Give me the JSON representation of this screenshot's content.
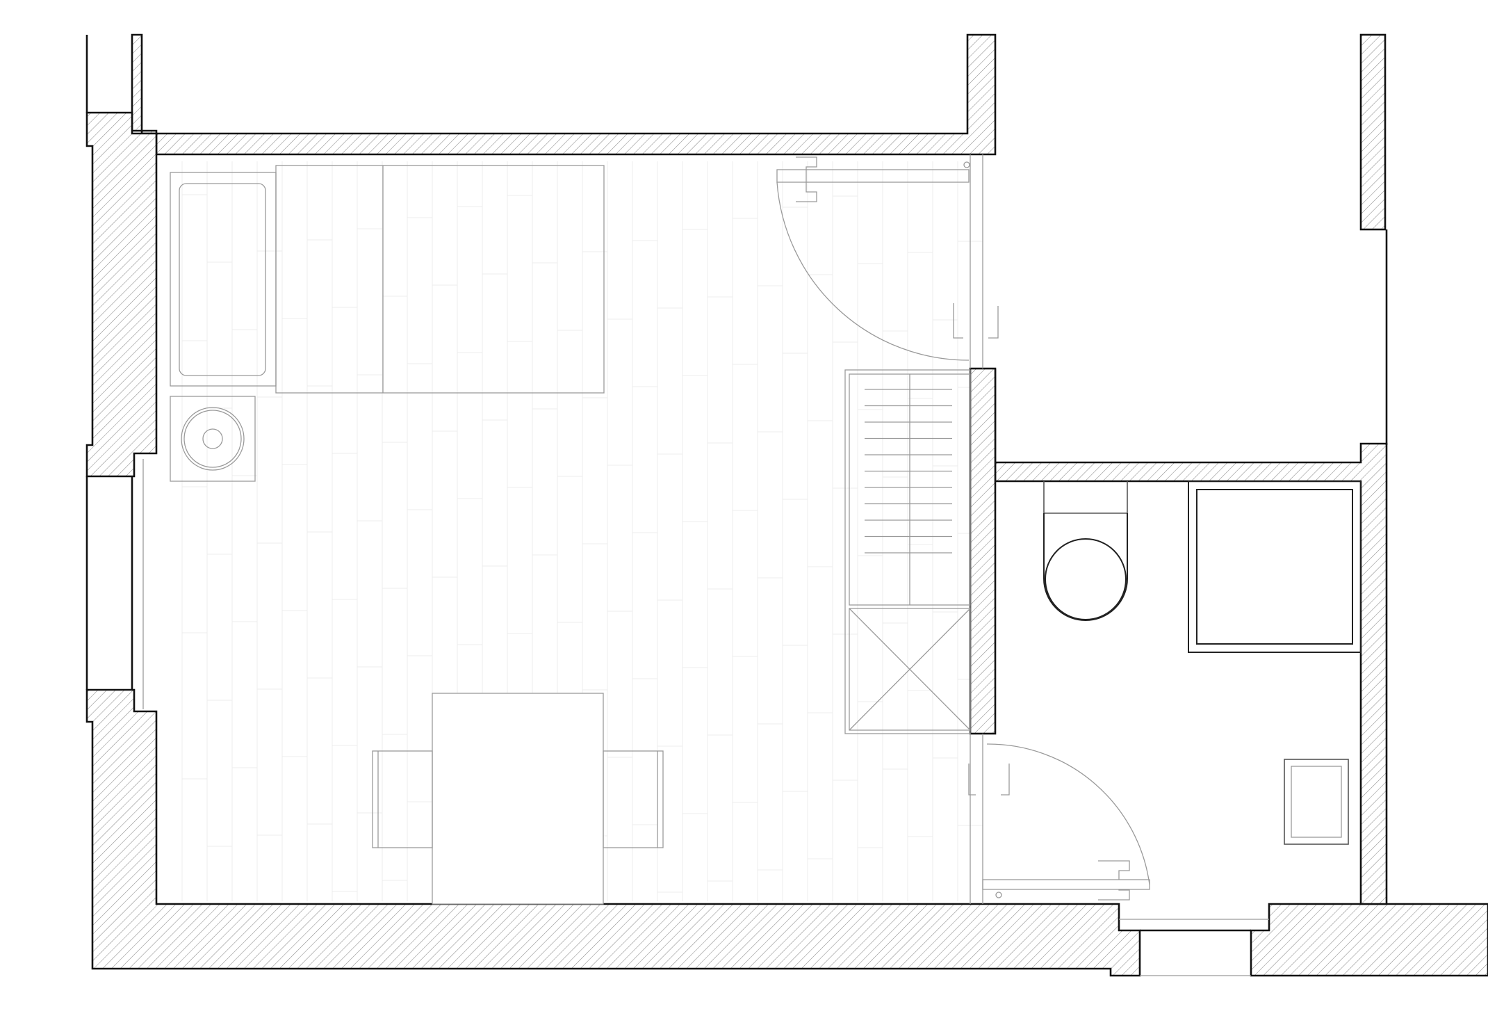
{
  "drawing": {
    "type": "architectural-floor-plan",
    "colors": {
      "walls": "#111111",
      "hatch": "#8c8c8c",
      "furniture": "#9a9a9a",
      "floor_boards": "#ececec",
      "background": "#ffffff"
    }
  },
  "rooms": [
    {
      "id": "bedroom",
      "furniture": [
        "bed",
        "nightstand-with-lamp",
        "desk",
        "desk-chair-left",
        "desk-chair-right",
        "wardrobe-shelves",
        "wardrobe-hanging"
      ]
    },
    {
      "id": "bathroom",
      "furniture": [
        "toilet",
        "shower-tray",
        "washbasin-cabinet"
      ]
    }
  ],
  "doors": [
    "bedroom-entry-door",
    "bathroom-door"
  ],
  "icons": [
    "door-swing-arc",
    "door-hinge-icon",
    "lamp-icon",
    "wall-hatch-pattern"
  ]
}
